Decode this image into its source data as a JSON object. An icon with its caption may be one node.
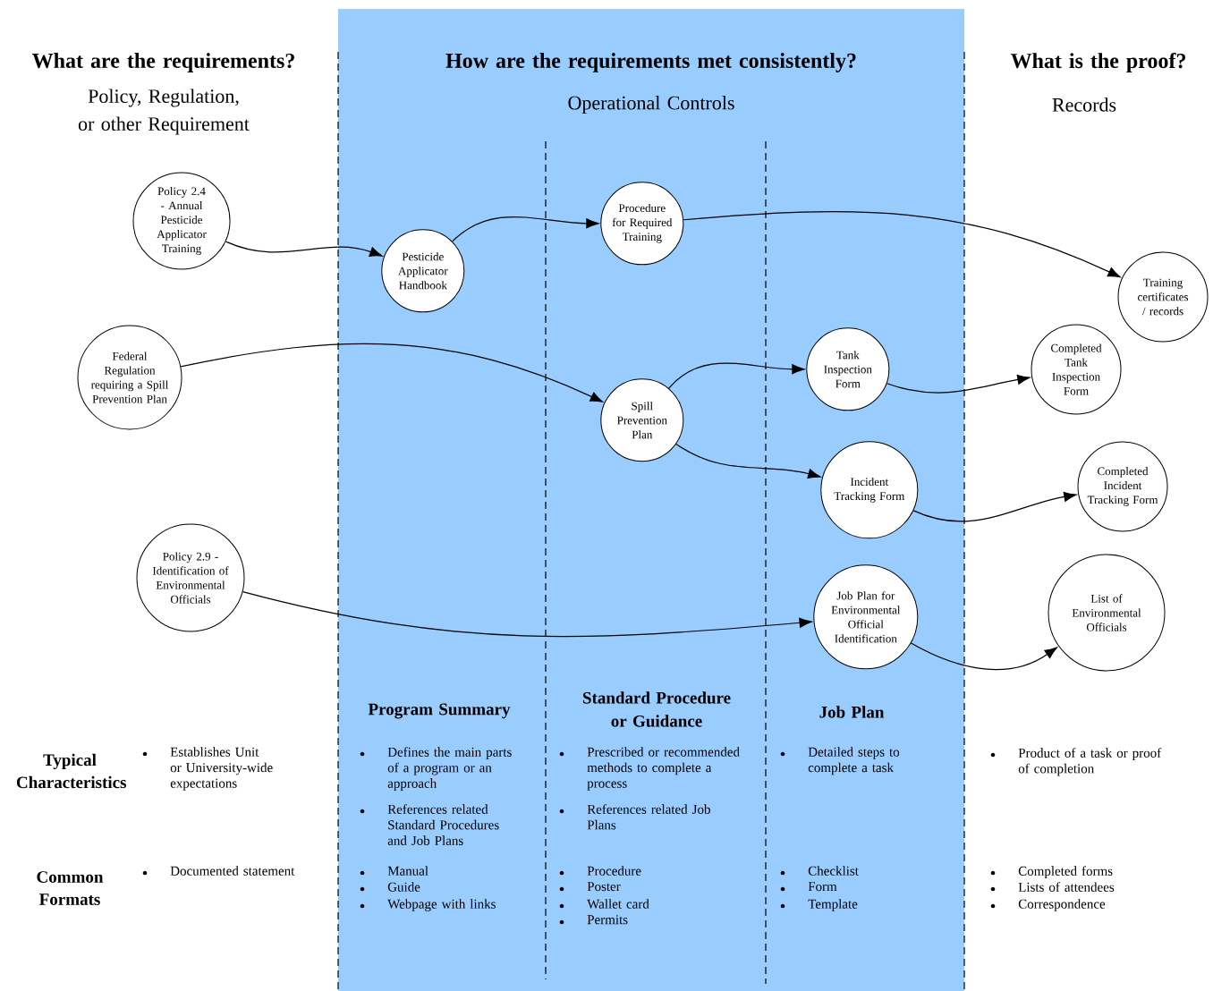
{
  "diagram": {
    "nodes": [
      {
        "text": [
          "How are the requirements met consistently?",
          "Operational Controls"
        ]
      },
      {
        "text": [
          "Policy 2.4 - Annual Pesticide Applicator Training"
        ]
      },
      {
        "text": [
          "Federal Regulation requiring a Spill Prevention Plan"
        ]
      },
      {
        "text": [
          "Policy 2.9 - Identification of Environmental Officials"
        ]
      },
      {
        "text": [
          "Pesticide Applicator Handbook"
        ],
        "in": 0
      },
      {
        "text": [
          "Procedure for Required Training"
        ],
        "in": 0
      },
      {
        "text": [
          "Spill Prevention Plan"
        ],
        "in": 0
      },
      {
        "text": [
          "Tank Inspection Form"
        ],
        "in": 0
      },
      {
        "text": [
          "Incident Tracking Form"
        ],
        "in": 0
      },
      {
        "text": [
          "Job Plan for Environmental Official Identification"
        ],
        "in": 0
      },
      {
        "text": [
          "Training certificates / records"
        ]
      },
      {
        "text": [
          "Completed Tank Inspection Form"
        ]
      },
      {
        "text": [
          "Completed Incident Tracking Form"
        ]
      },
      {
        "text": [
          "List of Environmental Officials"
        ]
      }
    ],
    "edges": [
      {
        "from": 1,
        "to": 4,
        "arrow": "to"
      },
      {
        "from": 4,
        "to": 5,
        "arrow": "to"
      },
      {
        "from": 5,
        "to": 10,
        "arrow": "to"
      },
      {
        "from": 2,
        "to": 6,
        "arrow": "to"
      },
      {
        "from": 6,
        "to": 7,
        "arrow": "to"
      },
      {
        "from": 6,
        "to": 8,
        "arrow": "to"
      },
      {
        "from": 7,
        "to": 11,
        "arrow": "to"
      },
      {
        "from": 8,
        "to": 12,
        "arrow": "to"
      },
      {
        "from": 3,
        "to": 9,
        "arrow": "to"
      },
      {
        "from": 9,
        "to": 13,
        "arrow": "to"
      }
    ],
    "labels": [
      "What are the requirements?",
      "Policy, Regulation, or other Requirement",
      "What is the proof?",
      "Records",
      "Program Summary",
      "Standard Procedure or Guidance",
      "Job Plan",
      "Typical Characteristics",
      "Establishes Unit or University-wide expectations",
      "Defines the main parts of a program or an approach",
      "References related Standard Procedures and Job Plans",
      "Prescribed or recommended methods to complete a process",
      "References related Job Plans",
      "Detailed steps to complete a task",
      "Product of a task or proof of completion",
      "Common Formats",
      "Documented statement",
      "Manual",
      "Guide",
      "Webpage with links",
      "Procedure",
      "Poster",
      "Wallet card",
      "Permits",
      "Checklist",
      "Form",
      "Template",
      "Completed forms",
      "Lists of attendees",
      "Correspondence"
    ]
  }
}
